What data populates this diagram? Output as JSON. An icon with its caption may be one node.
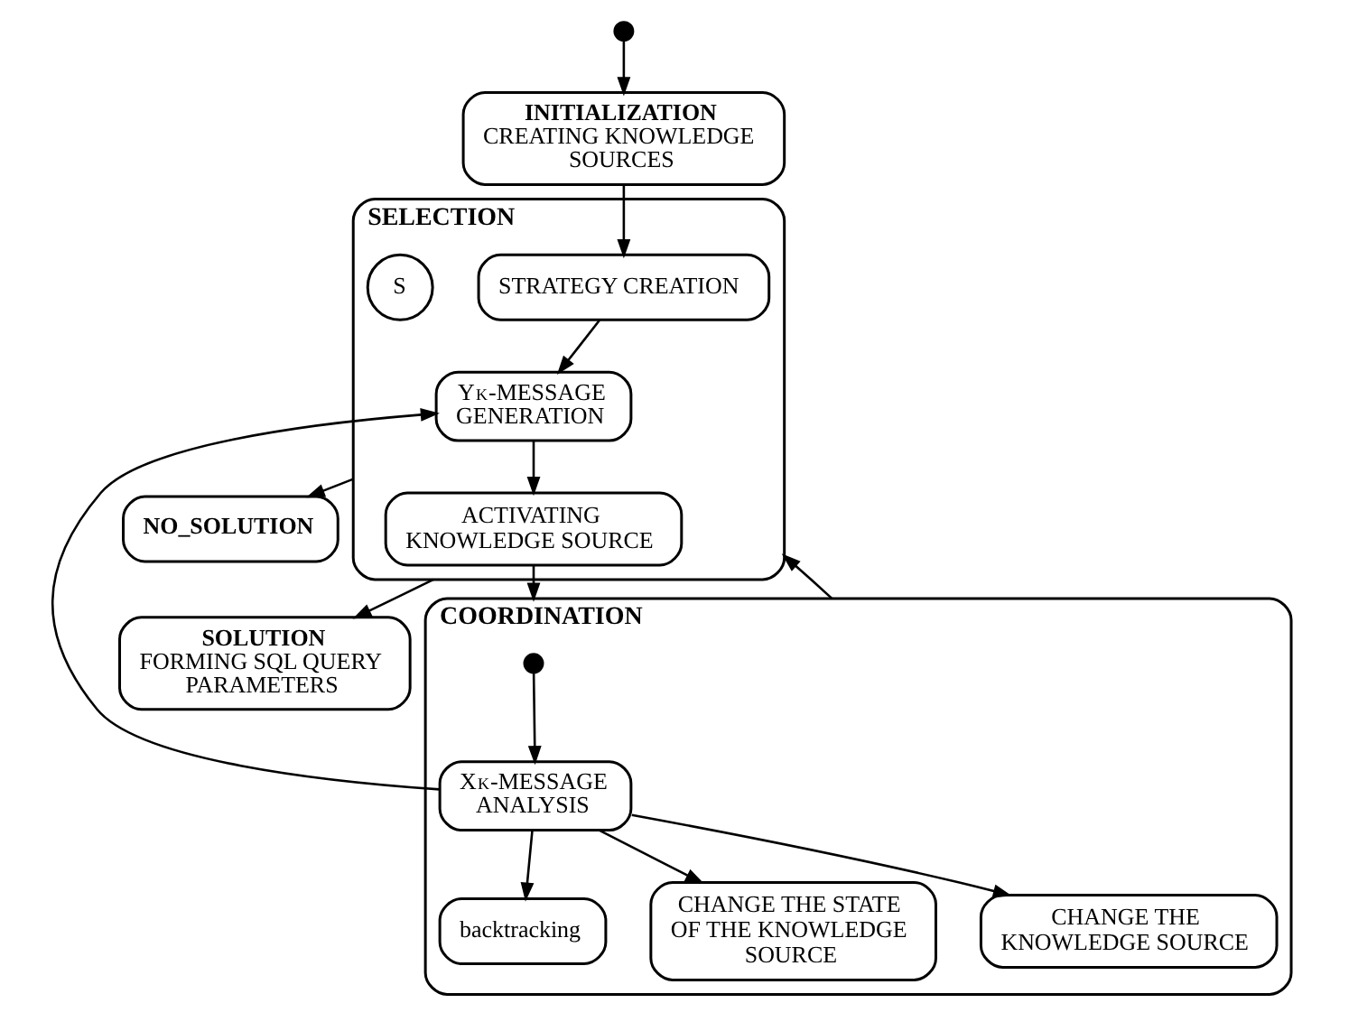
{
  "diagram": {
    "nodes": [
      {
        "text": [],
        "shape": "circle"
      },
      {
        "text": [
          "INITIALIZATION",
          "CREATING KNOWLEDGE SOURCES"
        ]
      },
      {
        "text": [
          "NO_SOLUTION"
        ]
      },
      {
        "text": [
          "SELECTION"
        ]
      },
      {
        "text": [
          "STRATEGY CREATION"
        ],
        "in": 3
      },
      {
        "text": [
          "S"
        ],
        "in": 3
      },
      {
        "text": [
          "Y$_{K}$-MESSAGE GENERATION"
        ],
        "in": 3
      },
      {
        "text": [
          "ACTIVATING KNOWLEDGE SOURCE"
        ],
        "in": 3
      },
      {
        "text": [
          "COORDINATION"
        ]
      },
      {
        "text": [
          "CHANGE THE KNOWLEDGE SOURCE"
        ],
        "in": 8
      },
      {
        "text": [
          "backtracking"
        ],
        "in": 8
      },
      {
        "text": [],
        "shape": "circle",
        "in": 8
      },
      {
        "text": [
          "X$_{K}$-MESSAGE ANALYSIS"
        ],
        "in": 8
      },
      {
        "text": [
          "CHANGE THE STATE OF THE KNOWLEDGE SOURCE"
        ],
        "in": 8
      },
      {
        "text": [
          "SOLUTION",
          "FORMING SQL QUERY PARAMETERS"
        ]
      }
    ],
    "edges": [
      {
        "from": 0,
        "to": 1,
        "arrow": "to"
      },
      {
        "from": 1,
        "to": 4,
        "arrow": "to"
      },
      {
        "from": 3,
        "to": 2,
        "arrow": "to"
      },
      {
        "from": 8,
        "to": 3,
        "arrow": "to"
      },
      {
        "from": 4,
        "to": 6,
        "arrow": "to"
      },
      {
        "from": 6,
        "to": 7,
        "arrow": "to"
      },
      {
        "from": 7,
        "to": 8,
        "arrow": "to"
      },
      {
        "from": 3,
        "to": 14,
        "arrow": "to"
      },
      {
        "from": 12,
        "to": 6,
        "arrow": "to"
      },
      {
        "from": 11,
        "to": 12,
        "arrow": "to"
      },
      {
        "from": 12,
        "to": 9,
        "arrow": "to"
      },
      {
        "from": 12,
        "to": 10,
        "arrow": "to"
      },
      {
        "from": 12,
        "to": 13,
        "arrow": "to"
      }
    ]
  }
}
